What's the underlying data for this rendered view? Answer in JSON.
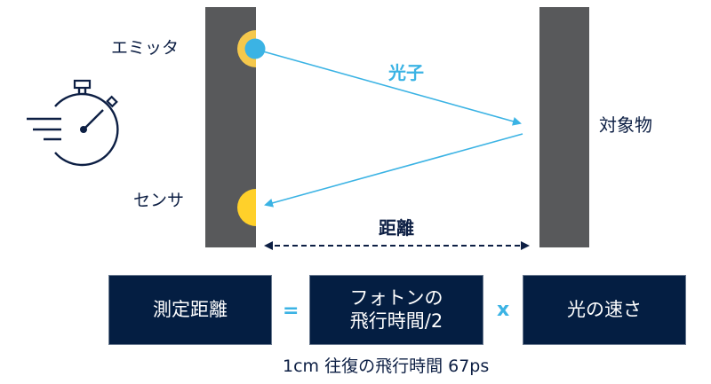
{
  "diagram": {
    "labels": {
      "emitter": "エミッタ",
      "sensor": "センサ",
      "photon": "光子",
      "target": "対象物",
      "distance": "距離"
    },
    "formula": {
      "measured_distance": "測定距離",
      "equals": "=",
      "flight_time_line1": "フォトンの",
      "flight_time_line2": "飛行時間/2",
      "times": "x",
      "speed_of_light": "光の速さ"
    },
    "footnote": "1cm 往復の飛行時間 67ps",
    "icons": {
      "stopwatch": "stopwatch-icon"
    },
    "colors": {
      "navy": "#041e42",
      "text_navy": "#0d1f44",
      "wall_gray": "#58595b",
      "photon_blue": "#3bb3e4",
      "emitter_ring_yellow": "#f5c84c",
      "sensor_yellow": "#ffd02a"
    }
  }
}
